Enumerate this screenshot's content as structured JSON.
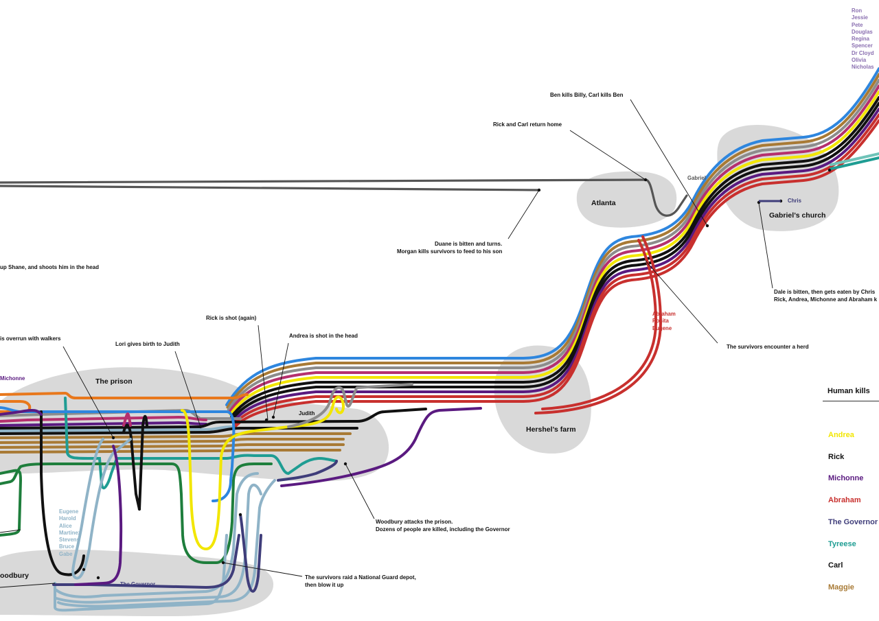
{
  "colors": {
    "blob": "#d9d9d9",
    "andrea": "#f2e600",
    "rick": "#111111",
    "michonne": "#5a1a80",
    "abraham": "#c8302e",
    "governor": "#3f3d7a",
    "tyreese": "#1f9d93",
    "carl": "#111111",
    "maggie": "#a87a35",
    "blue": "#2e86de",
    "orange": "#e8781c",
    "magenta": "#b5306e",
    "gray": "#8c8c8c",
    "green": "#1e7e3c",
    "lightblue": "#8fb3c7"
  },
  "locations": {
    "atlanta": "Atlanta",
    "gabriels_church": "Gabriel’s church",
    "hershels_farm": "Hershel’s farm",
    "the_prison": "The prison",
    "woodbury": "oodbury"
  },
  "annotations": {
    "ben_kills": "Ben kills Billy, Carl kills Ben",
    "rick_carl_home": "Rick and Carl return home",
    "duane": [
      "Duane is bitten and turns.",
      "Morgan kills survivors to feed to his son"
    ],
    "shane": "up Shane, and shoots him in the head",
    "dale": [
      "Dale is bitten, then gets eaten by Chris",
      "Rick, Andrea, Michonne and Abraham k"
    ],
    "herd": "The survivors encounter a herd",
    "rick_shot": "Rick is shot (again)",
    "andrea_shot": "Andrea is shot in the head",
    "overrun": "is overrun with walkers",
    "lori": "Lori gives birth to Judith",
    "woodbury_attack": [
      "Woodbury attacks the prison.",
      "Dozens of people are killed, including the Governor"
    ],
    "depot": [
      "The survivors raid a National Guard depot,",
      "then blow it up"
    ]
  },
  "character_labels": {
    "gabriel": "Gabriel",
    "chris": "Chris",
    "judith": "Judith",
    "michonne": "Michonne",
    "the_governor": "The Governor",
    "alexandria_group": [
      "Ron",
      "Jessie",
      "Pete",
      "Douglas",
      "Regina",
      "Spencer",
      "Dr Cloyd",
      "Olivia",
      "Nicholas"
    ],
    "abraham_group": [
      "Abraham",
      "Rosita",
      "Eugene"
    ],
    "woodbury_group": [
      "Eugene",
      "Harold",
      "Alice",
      "Martinez",
      "Stevens",
      "Bruce",
      "Gabe"
    ]
  },
  "legend": {
    "title": "Human kills",
    "items": [
      {
        "label": "Andrea",
        "color": "#f2e600"
      },
      {
        "label": "Rick",
        "color": "#111111"
      },
      {
        "label": "Michonne",
        "color": "#5a1a80"
      },
      {
        "label": "Abraham",
        "color": "#c8302e"
      },
      {
        "label": "The Governor",
        "color": "#3f3d7a"
      },
      {
        "label": "Tyreese",
        "color": "#1f9d93"
      },
      {
        "label": "Carl",
        "color": "#111111"
      },
      {
        "label": "Maggie",
        "color": "#a87a35"
      }
    ]
  }
}
